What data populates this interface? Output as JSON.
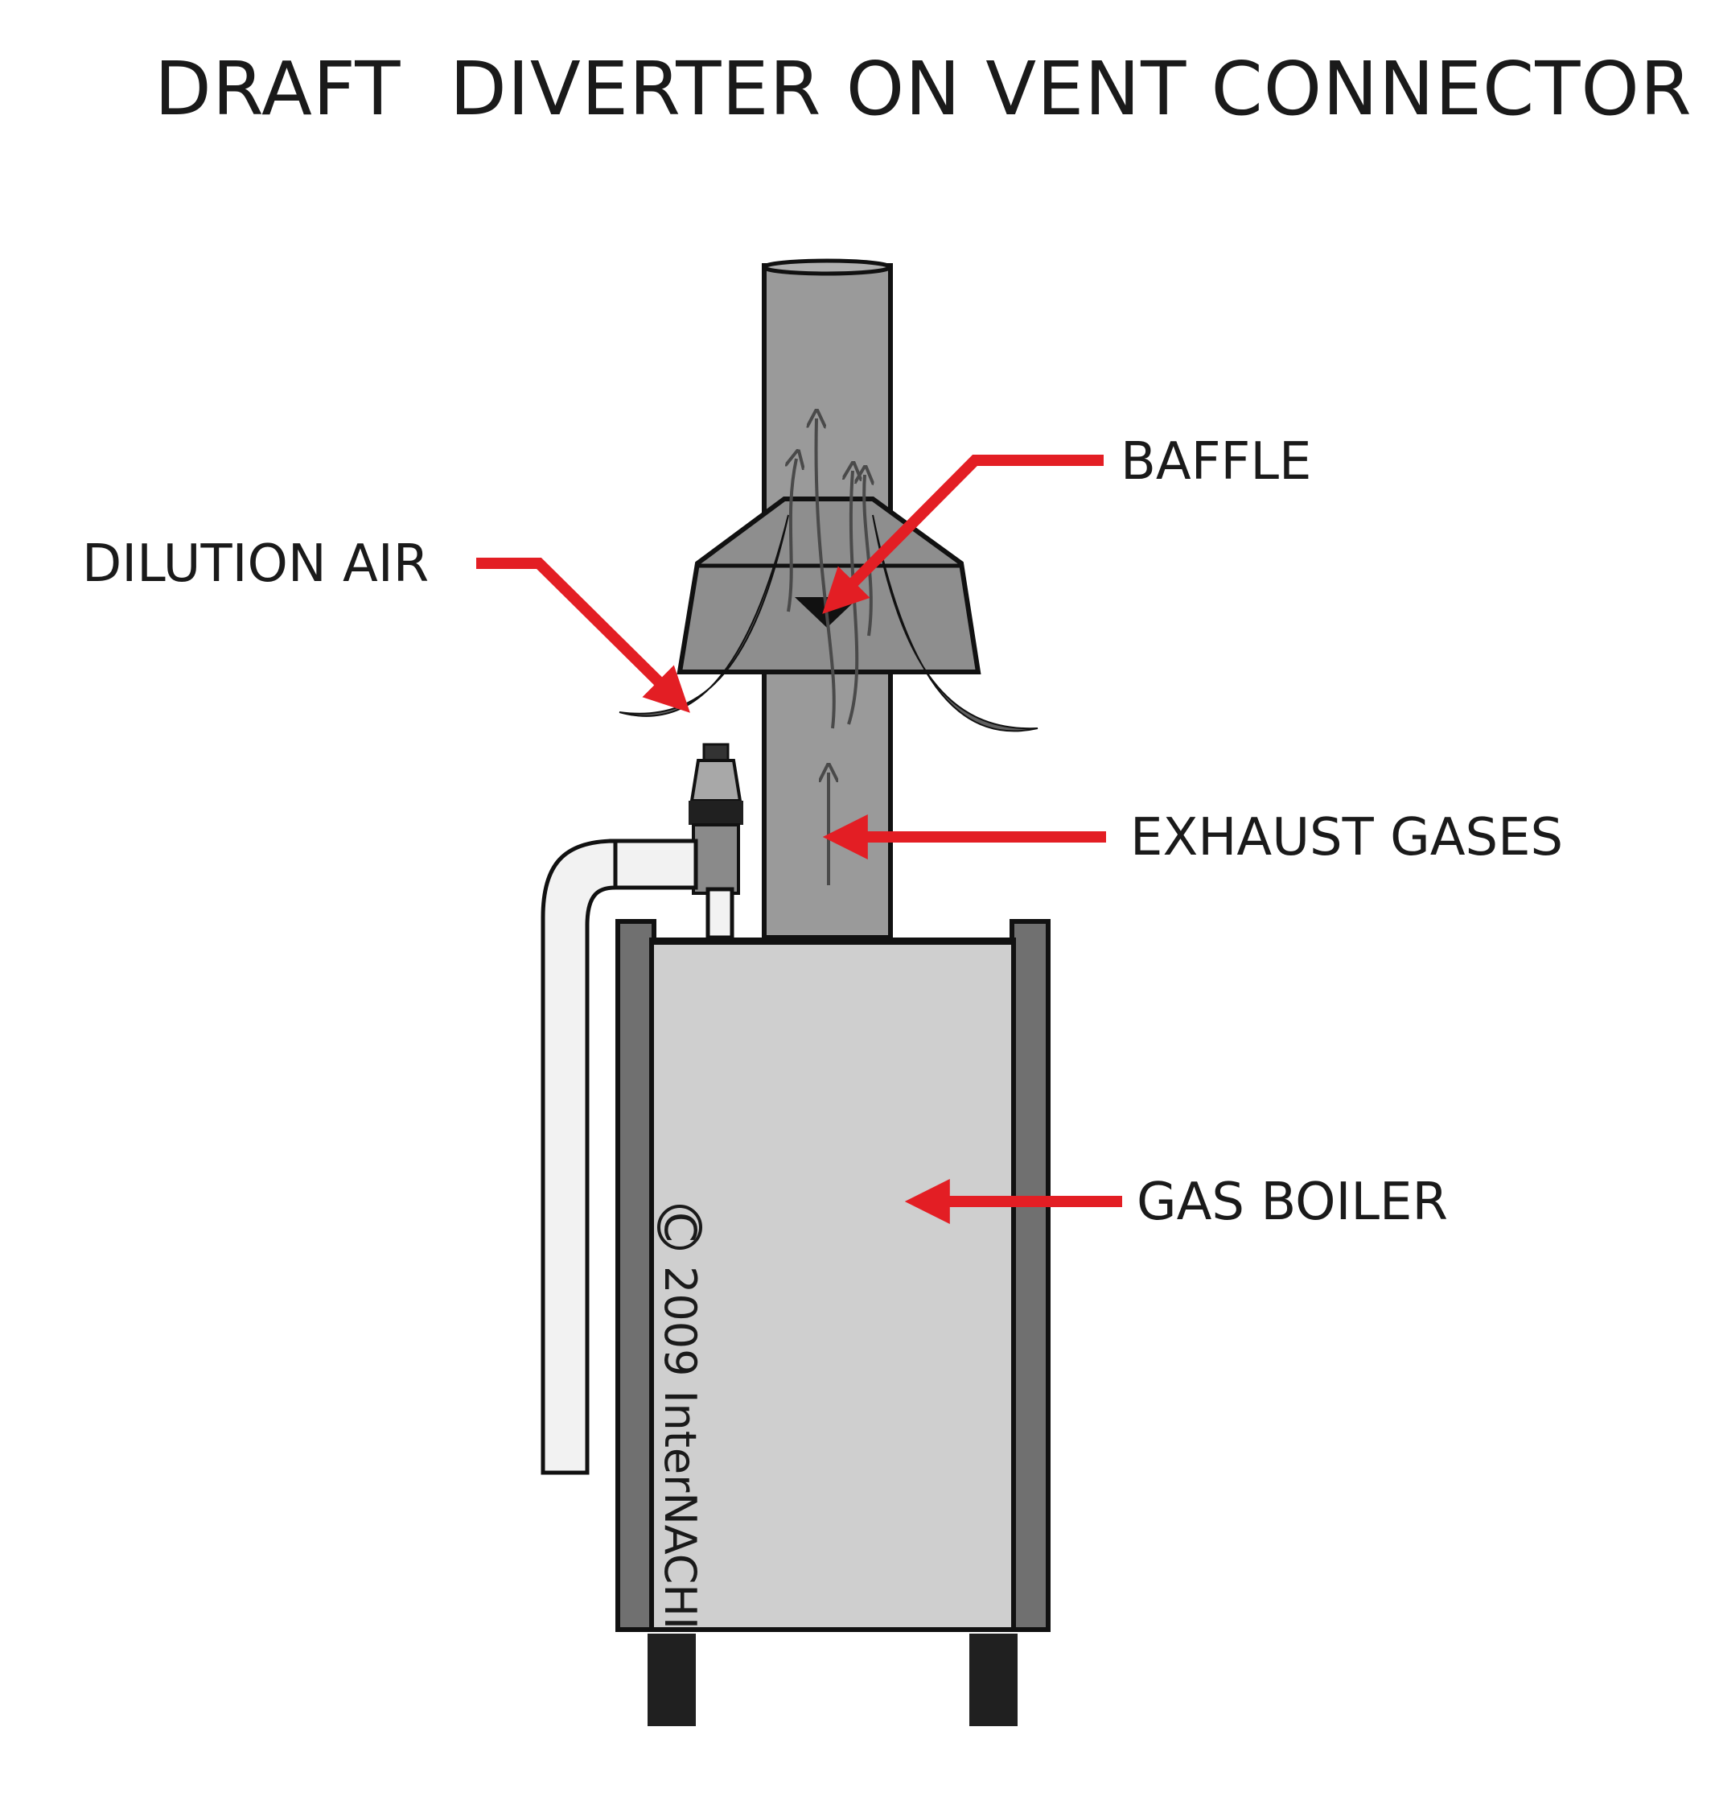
{
  "title": "DRAFT  DIVERTER ON VENT CONNECTOR",
  "labels": {
    "baffle": "BAFFLE",
    "dilution_air": "DILUTION AIR",
    "exhaust_gases": "EXHAUST GASES",
    "gas_boiler": "GAS BOILER"
  },
  "copyright": {
    "symbol": "C",
    "text": "2009 InterNACHI"
  },
  "colors": {
    "leader_arrow": "#e31e24",
    "pipe": "#9a9a9a",
    "diverter": "#8e8e8e",
    "boiler_body": "#cfcfcf",
    "boiler_frame": "#707070",
    "legs": "#202020",
    "outline": "#111111",
    "flow_arrows": "#5a5a5a"
  },
  "icons": [
    "flue-pipe",
    "draft-diverter-hood",
    "baffle",
    "boiler-cabinet",
    "relief-valve",
    "water-pipe",
    "flow-arrow",
    "leader-arrow"
  ]
}
